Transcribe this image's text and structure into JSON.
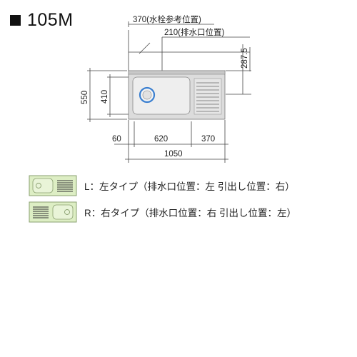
{
  "title": "105M",
  "dimensions": {
    "faucet_ref": "370(水栓参考位置)",
    "drain_pos": "210(排水口位置)",
    "right_height": "287.5",
    "outer_height": "550",
    "bowl_height": "410",
    "left_margin": "60",
    "bowl_width": "620",
    "drainboard_width": "370",
    "total_width": "1050"
  },
  "legend": [
    {
      "label": "L：左タイプ（排水口位置：左 引出し位置：右）",
      "type": "L"
    },
    {
      "label": "R：右タイプ（排水口位置：右 引出し位置：左）",
      "type": "R"
    }
  ],
  "colors": {
    "sink_fill": "#dcdcdc",
    "bowl_fill": "#eeeeee",
    "drain_ring": "#3a7fd0",
    "legend_fill": "#ddeec4",
    "legend_border": "#8aa070"
  }
}
